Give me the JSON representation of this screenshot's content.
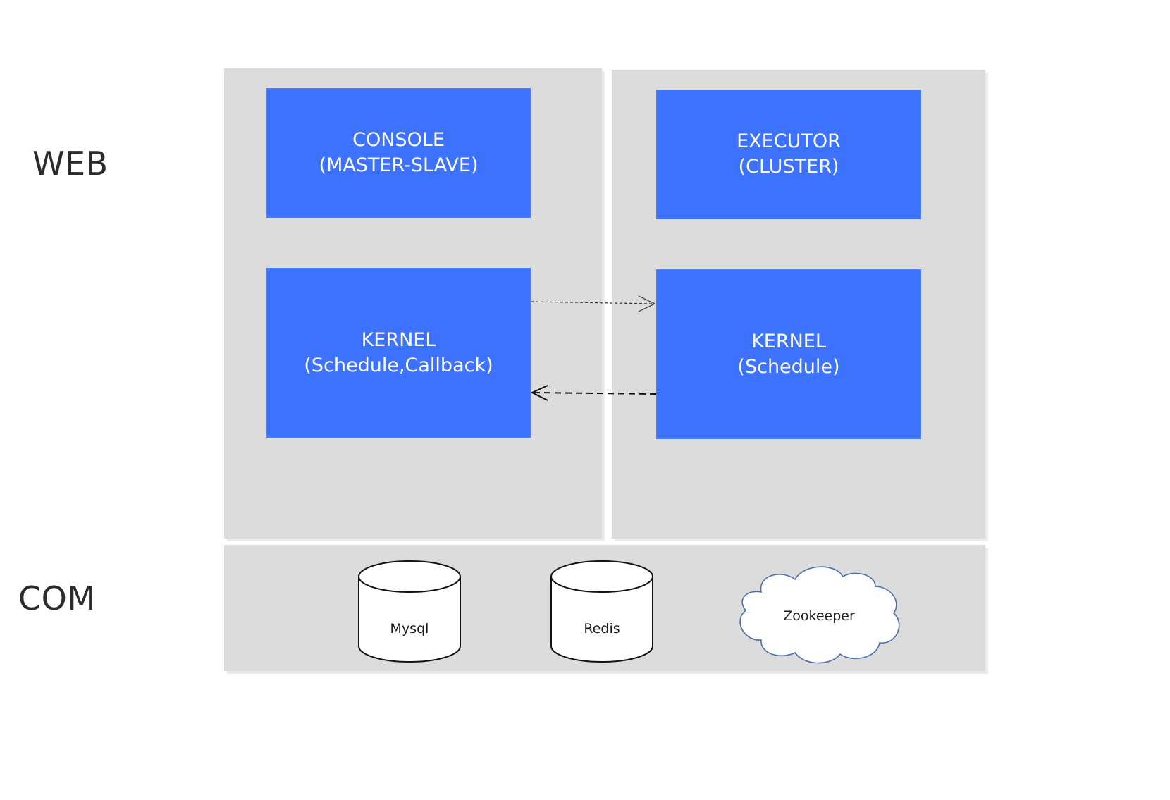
{
  "layers": {
    "web": "WEB",
    "com": "COM"
  },
  "web_layer": {
    "console": {
      "line1": "CONSOLE",
      "line2": "(MASTER-SLAVE)"
    },
    "console_kernel": {
      "line1": "KERNEL",
      "line2": "(Schedule,Callback)"
    },
    "executor": {
      "line1": "EXECUTOR",
      "line2": "(CLUSTER)"
    },
    "executor_kernel": {
      "line1": "KERNEL",
      "line2": "(Schedule)"
    }
  },
  "com_layer": {
    "stores": [
      "Mysql",
      "Redis",
      "Zookeeper"
    ]
  },
  "colors": {
    "block": "#3c72fd",
    "panel": "#dcdcdc",
    "cloud_stroke": "#4a6fa8"
  }
}
